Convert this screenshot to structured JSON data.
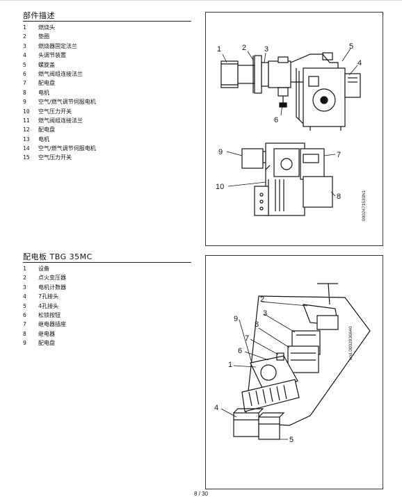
{
  "section1": {
    "title": "部件描述",
    "items": [
      {
        "num": "1",
        "label": "燃烧头"
      },
      {
        "num": "2",
        "label": "垫圈"
      },
      {
        "num": "3",
        "label": "燃烧器固定法兰"
      },
      {
        "num": "4",
        "label": "头调节装置"
      },
      {
        "num": "5",
        "label": "螺旋盖"
      },
      {
        "num": "6",
        "label": "燃气阀组连接法兰"
      },
      {
        "num": "7",
        "label": "配电盘"
      },
      {
        "num": "8",
        "label": "电机"
      },
      {
        "num": "9",
        "label": "空气/燃气调节伺服电机"
      },
      {
        "num": "10",
        "label": "空气压力开关"
      },
      {
        "num": "11",
        "label": "燃气阀组连接法兰"
      },
      {
        "num": "12",
        "label": "配电盘"
      },
      {
        "num": "13",
        "label": "电机"
      },
      {
        "num": "14",
        "label": "空气/燃气调节伺服电机"
      },
      {
        "num": "15",
        "label": "空气压力开关"
      }
    ],
    "figure": {
      "callouts": [
        "1",
        "2",
        "3",
        "5",
        "4",
        "6",
        "9",
        "7",
        "10",
        "8"
      ],
      "code": "0002471530N1"
    }
  },
  "section2": {
    "title": "配电板 TBG 35MC",
    "items": [
      {
        "num": "1",
        "label": "设备"
      },
      {
        "num": "2",
        "label": "点火变压器"
      },
      {
        "num": "3",
        "label": "电机计数器"
      },
      {
        "num": "4",
        "label": "7孔接头"
      },
      {
        "num": "5",
        "label": "4孔接头"
      },
      {
        "num": "6",
        "label": "松锁按钮"
      },
      {
        "num": "7",
        "label": "继电器插座"
      },
      {
        "num": "8",
        "label": "继电器"
      },
      {
        "num": "9",
        "label": "配电盘"
      }
    ],
    "figure": {
      "callouts": [
        "2",
        "3",
        "9",
        "8",
        "7",
        "6",
        "1",
        "4",
        "5"
      ],
      "code": "cod.0002936640"
    }
  },
  "footer": {
    "page": "8 / 30"
  }
}
